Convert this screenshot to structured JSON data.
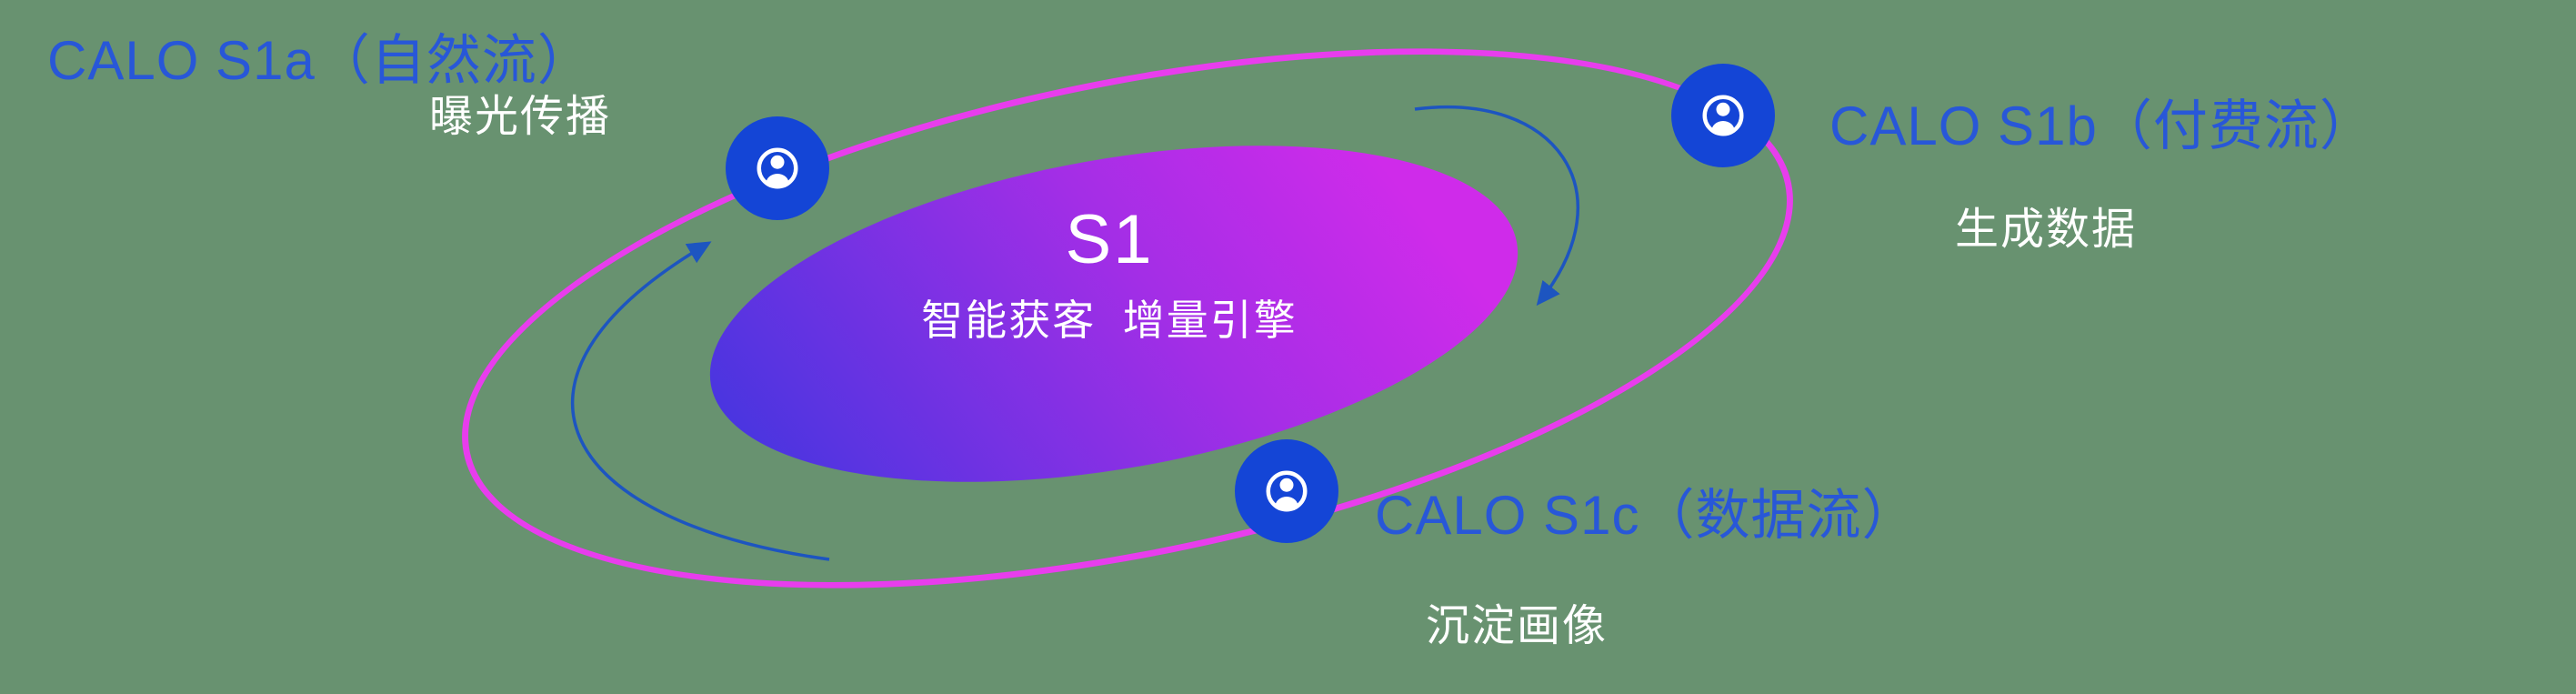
{
  "diagram": {
    "center": {
      "title": "S1",
      "subtitle": "智能获客  增量引擎"
    },
    "nodes": [
      {
        "id": "s1a",
        "title": "CALO S1a（自然流）",
        "subtitle": "曝光传播"
      },
      {
        "id": "s1b",
        "title": "CALO S1b（付费流）",
        "subtitle": "生成数据"
      },
      {
        "id": "s1c",
        "title": "CALO S1c（数据流）",
        "subtitle": "沉淀画像"
      }
    ],
    "colors": {
      "background": "#689270",
      "title_blue": "#2857d8",
      "node_blue": "#1445d6",
      "orbit_pink": "#e83ded",
      "core_gradient_start": "#4b35e0",
      "core_gradient_end": "#cf2bea",
      "arrow_blue": "#1d55c0",
      "text_white": "#ffffff"
    }
  }
}
